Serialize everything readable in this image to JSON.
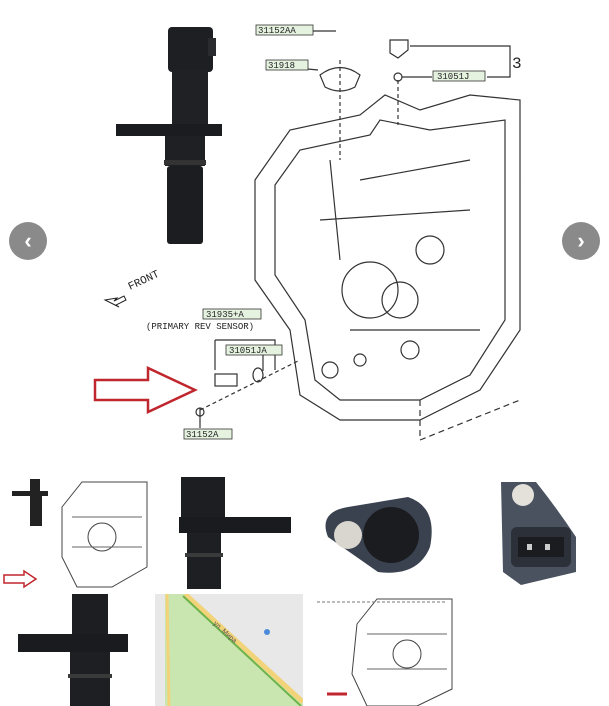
{
  "gallery": {
    "main_image": {
      "front_label": "FRONT",
      "part_labels": [
        "31152AA",
        "31918",
        "31051J",
        "31935+A",
        "(PRIMARY REV SENSOR)",
        "31051JA",
        "31152A"
      ],
      "callout_number": "3",
      "arrow_color": "#c0262d"
    },
    "prev_icon": "chevron-left-icon",
    "next_icon": "chevron-right-icon",
    "thumbnails": [
      {
        "kind": "diagram"
      },
      {
        "kind": "sensor-side"
      },
      {
        "kind": "sensor-bottom"
      },
      {
        "kind": "sensor-connector"
      },
      {
        "kind": "sensor-closeup"
      },
      {
        "kind": "map",
        "street_label": "ул. Мира"
      },
      {
        "kind": "diagram"
      }
    ]
  }
}
